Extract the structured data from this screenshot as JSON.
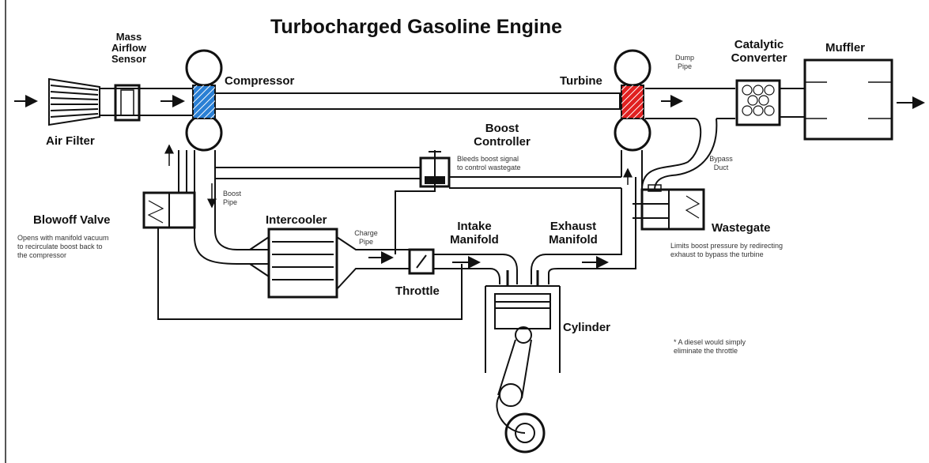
{
  "title": "Turbocharged Gasoline Engine",
  "labels": {
    "mass_airflow_sensor": "Mass\nAirflow\nSensor",
    "air_filter": "Air Filter",
    "compressor": "Compressor",
    "turbine": "Turbine",
    "dump_pipe": "Dump\nPipe",
    "catalytic_converter": "Catalytic\nConverter",
    "muffler": "Muffler",
    "boost_controller": "Boost\nController",
    "boost_controller_desc": "Bleeds boost signal\nto control wastegate",
    "bypass_duct": "Bypass\nDuct",
    "boost_pipe": "Boost\nPipe",
    "blowoff_valve": "Blowoff Valve",
    "blowoff_valve_desc": "Opens with manifold vacuum\nto recirculate boost back to\nthe compressor",
    "intercooler": "Intercooler",
    "charge_pipe": "Charge\nPipe",
    "intake_manifold": "Intake\nManifold",
    "exhaust_manifold": "Exhaust\nManifold",
    "wastegate": "Wastegate",
    "wastegate_desc": "Limits boost pressure by redirecting\nexhaust to bypass the turbine",
    "throttle": "Throttle",
    "cylinder": "Cylinder",
    "diesel_note": "* A diesel would simply\neliminate the throttle"
  },
  "colors": {
    "compressor_wheel": "#2a7fd4",
    "turbine_wheel": "#e02020",
    "line": "#111111",
    "background": "#ffffff"
  }
}
